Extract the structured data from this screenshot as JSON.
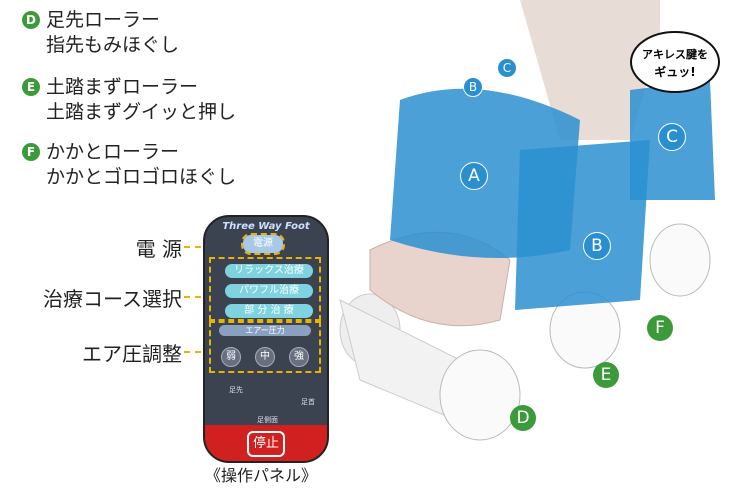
{
  "features": [
    {
      "letter": "D",
      "line1": "足先ローラー",
      "line2": "指先もみほぐし"
    },
    {
      "letter": "E",
      "line1": "土踏まずローラー",
      "line2": "土踏まずグイッと押し"
    },
    {
      "letter": "F",
      "line1": "かかとローラー",
      "line2": "かかとゴロゴロほぐし"
    }
  ],
  "side_labels": {
    "power": "電 源",
    "course": "治療コース選択",
    "air": "エア圧調整"
  },
  "panel": {
    "title": "Three Way Foot",
    "power": "電源",
    "courses": [
      "リラックス治療",
      "パワフル治療",
      "部 分 治 療"
    ],
    "air_label": "エアー圧力",
    "levels": [
      "弱",
      "中",
      "強"
    ],
    "toe": "足先",
    "ankle": "足首",
    "side": "足側面",
    "stop": "停止"
  },
  "caption": "《操作パネル》",
  "bubble": {
    "line1": "アキレス腱を",
    "line2": "ギュッ!"
  },
  "parts": [
    "A",
    "B",
    "C",
    "C",
    "B",
    "D",
    "E",
    "F"
  ],
  "colors": {
    "accent_green": "#3d9a3a",
    "pad_blue": "#2a8fd0",
    "highlight": "#e8b400"
  }
}
